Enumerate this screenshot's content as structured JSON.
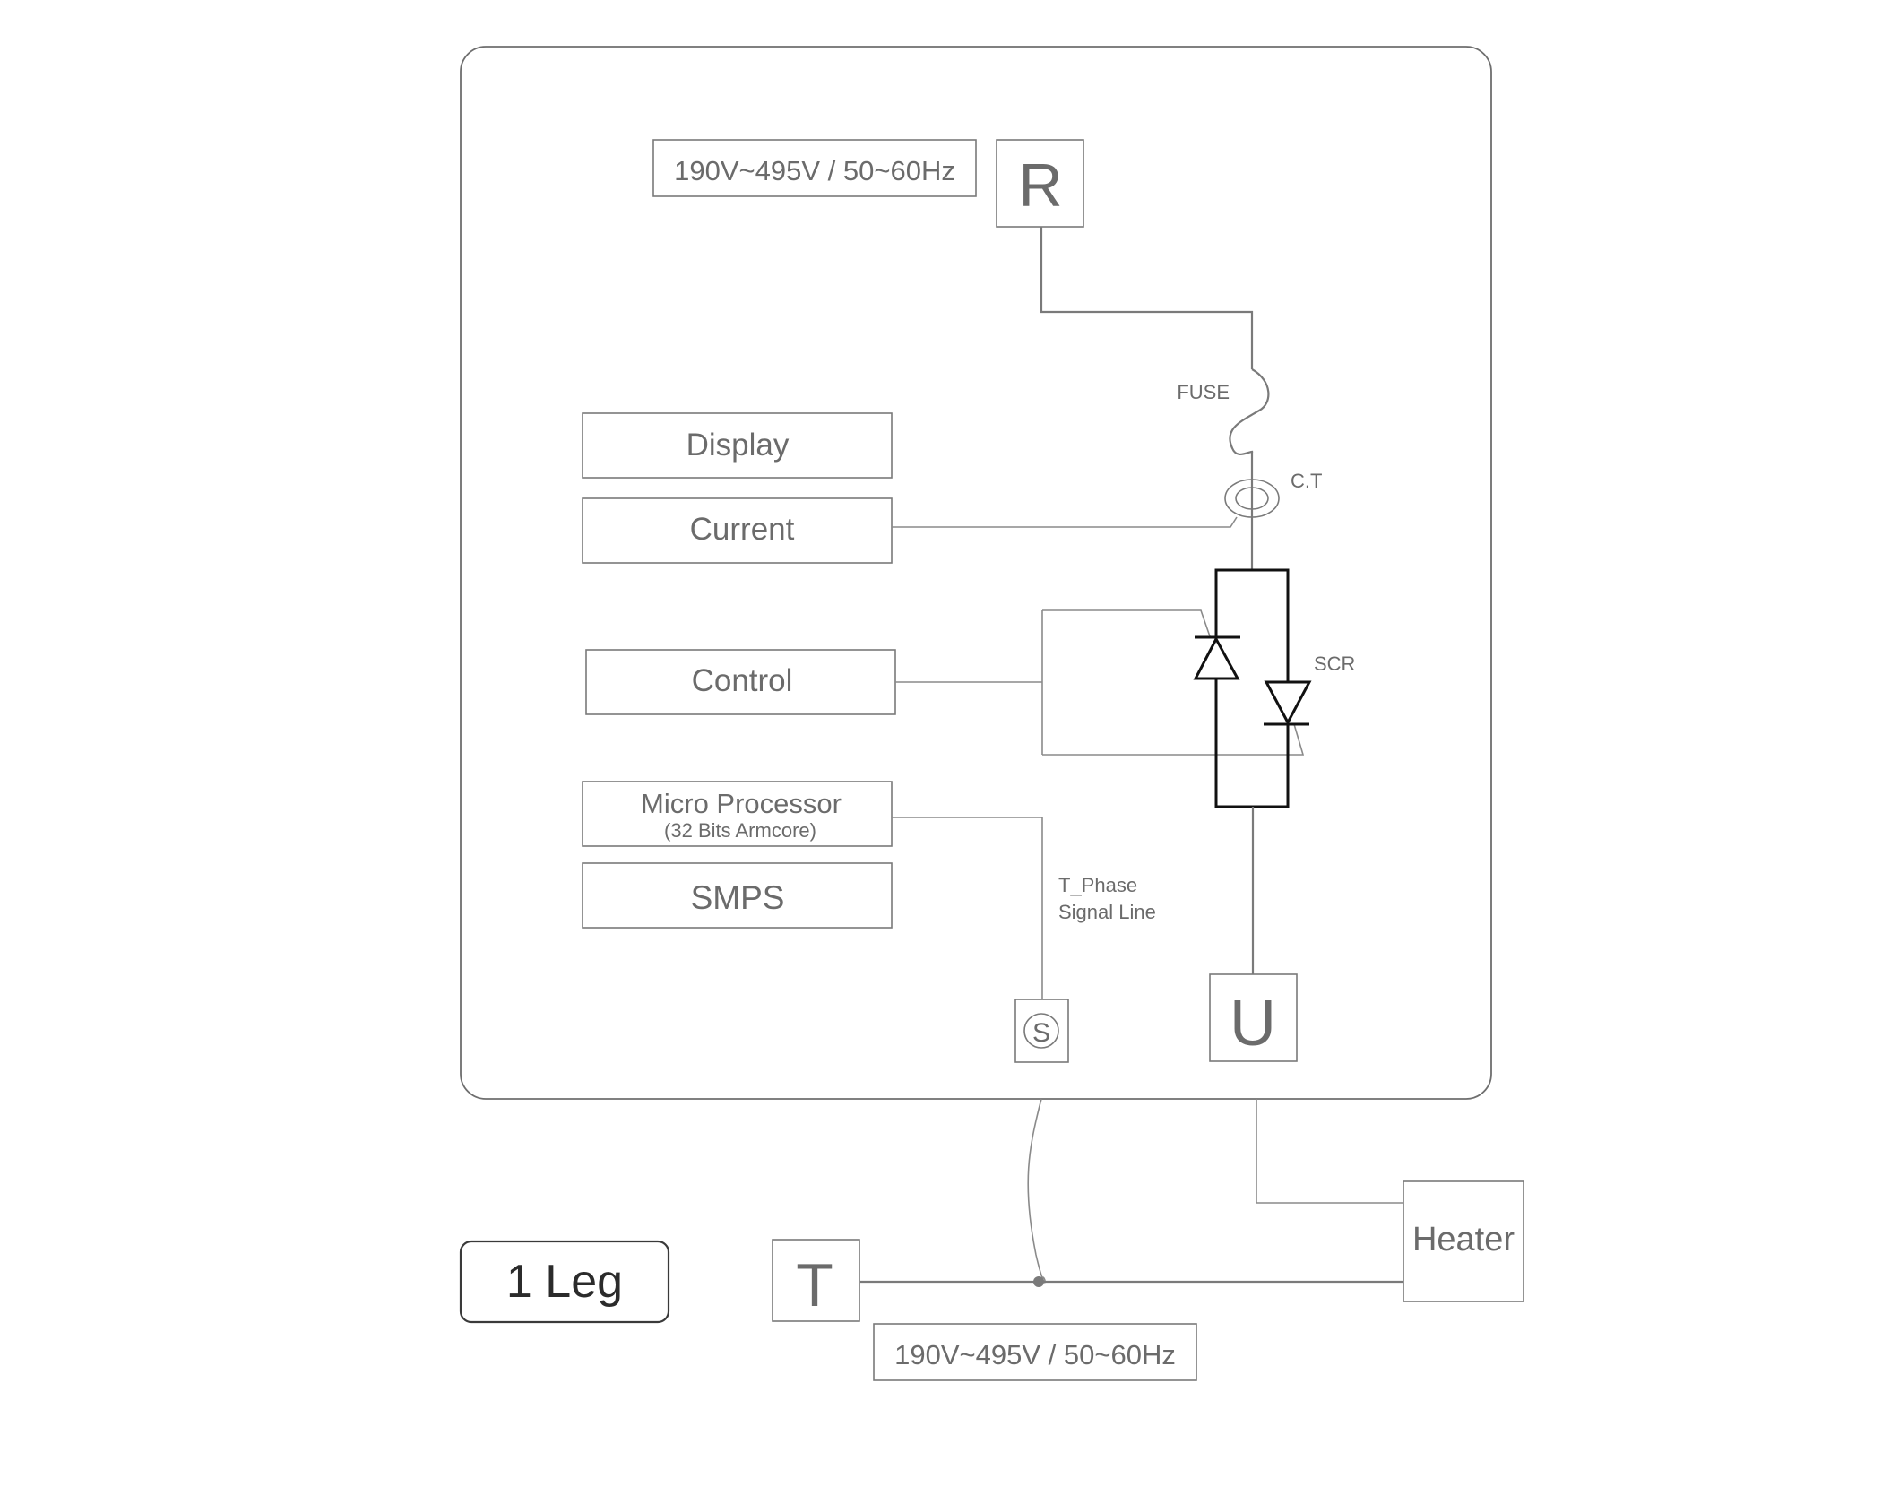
{
  "diagram": {
    "supply_top": {
      "label": "190V~495V / 50~60Hz"
    },
    "terminal_r": {
      "label": "R"
    },
    "terminal_u": {
      "label": "U"
    },
    "terminal_t": {
      "label": "T"
    },
    "terminal_s": {
      "label": "S",
      "icon": "circled-s-icon"
    },
    "fuse": {
      "label": "FUSE"
    },
    "ct": {
      "label": "C.T"
    },
    "scr": {
      "label": "SCR"
    },
    "blocks": {
      "display": {
        "label": "Display"
      },
      "current": {
        "label": "Current"
      },
      "control": {
        "label": "Control"
      },
      "micro": {
        "label": "Micro Processor",
        "sublabel": "(32 Bits Armcore)"
      },
      "smps": {
        "label": "SMPS"
      }
    },
    "signal_line": {
      "line1": "T_Phase",
      "line2": "Signal Line"
    },
    "heater": {
      "label": "Heater"
    },
    "supply_bottom": {
      "label": "190V~495V / 50~60Hz"
    },
    "leg": {
      "label": "1 Leg"
    }
  }
}
